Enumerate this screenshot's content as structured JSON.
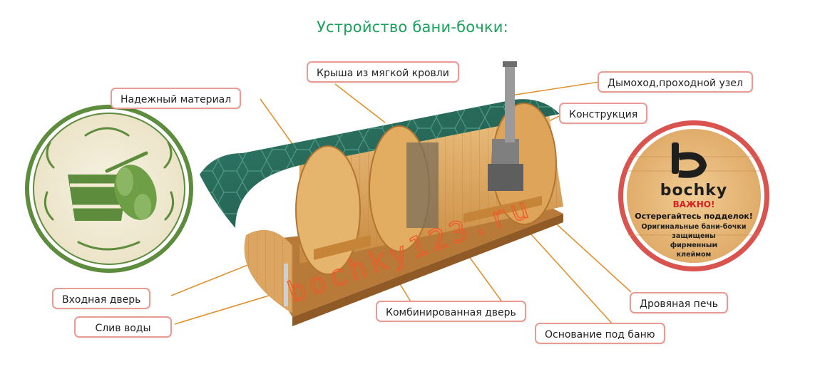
{
  "title": "Устройство бани-бочки:",
  "labels": {
    "roof": "Крыша из мягкой кровли",
    "chimney": "Дымоход,проходной узел",
    "material": "Надежный материал",
    "construction": "Конструкция",
    "entrance_door": "Входная дверь",
    "drain": "Слив воды",
    "combined_door": "Комбинированная дверь",
    "stove": "Дровяная печь",
    "foundation": "Основание под баню"
  },
  "watermark": "bochky123.ru",
  "badge": {
    "brand": "bochky",
    "important": "ВАЖНО!",
    "warning": "Остерегайтесь подделок!",
    "line1": "Оригинальные бани-бочки",
    "line2": "защищены",
    "line3": "фирменным",
    "line4": "клеймом"
  },
  "colors": {
    "title": "#1aa15a",
    "label_border": "#e89a93",
    "leader_line": "#e0922e",
    "roof": "#2a6a5a",
    "wood": "#d9a25c",
    "badge_ring": "#d9534f",
    "emblem": "#5a8a3a"
  }
}
